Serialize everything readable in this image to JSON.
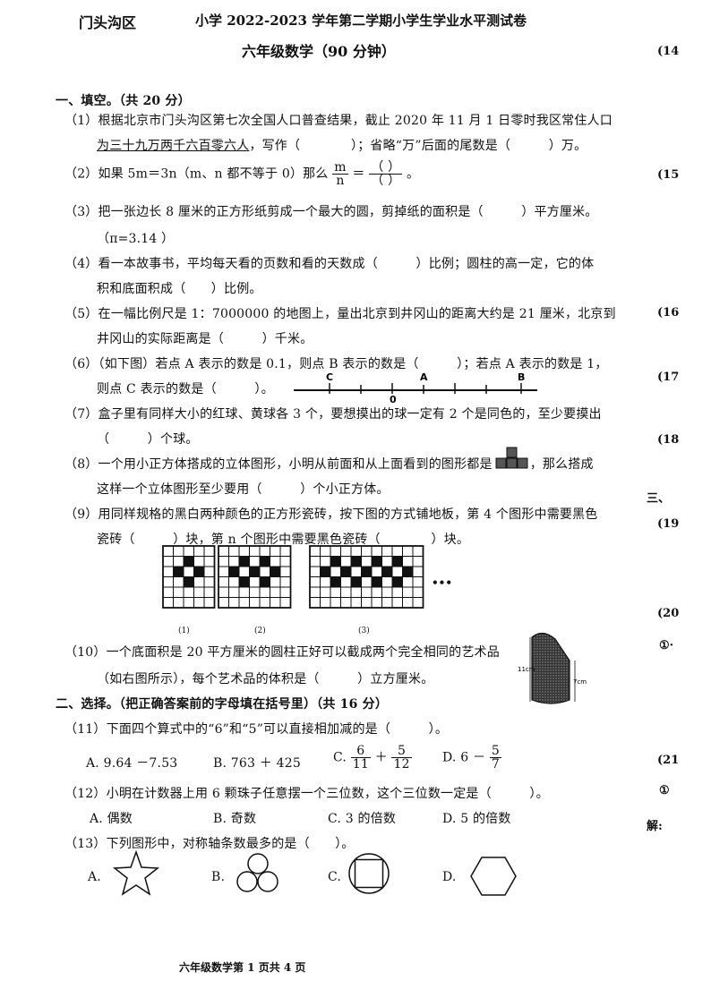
{
  "header": {
    "district": "门头沟区",
    "title": "小学 2022-2023 学年第二学期小学生学业水平测试卷",
    "subtitle": "六年级数学（90 分钟）"
  },
  "section1": {
    "heading": "一、填空。（共 20 分）",
    "q1_l1": "（1）根据北京市门头沟区第七次全国人口普查结果，截止 2020 年 11 月 1 日零时我区常住人口",
    "q1_l2_u": "为三十九万两千六百零六人",
    "q1_l2_rest": "，写作（　　　　）；省略“万”后面的尾数是（　　　）万。",
    "q2_a": "（2）如果 5m＝3n（m、n 都不等于 0）那么",
    "q2_fn": "m",
    "q2_fd": "n",
    "q2_b": "＝",
    "q2_pn": "（ ）",
    "q2_pd": "（ ）",
    "q2_end": "。",
    "q3_l1": "（3）把一张边长 8 厘米的正方形纸剪成一个最大的圆，剪掉纸的面积是（　　　）平方厘米。",
    "q3_l2": "（π=3.14 ）",
    "q4_l1": "（4）看一本故事书，平均每天看的页数和看的天数成（　　　）比例；圆柱的高一定，它的体",
    "q4_l2": "积和底面积成（　　）比例。",
    "q5_l1": "（5）在一幅比例尺是 1：7000000 的地图上，量出北京到井冈山的距离大约是 21 厘米，北京到",
    "q5_l2": "井冈山的实际距离是（　　　）千米。",
    "q6_l1": "（6）（如下图）若点 A 表示的数是 0.1，则点 B 表示的数是（　　　）；若点 A 表示的数是 1，",
    "q6_l2": "则点 C 表示的数是（　　　）。",
    "q7_l1": "（7）盒子里有同样大小的红球、黄球各 3 个，要想摸出的球一定有 2 个是同色的，至少要摸出",
    "q7_l2": "（　　　）个球。",
    "q8_l1a": "（8）一个用小正方体搭成的立体图形，小明从前面和从上面看到的图形都是",
    "q8_l1b": "，那么搭成",
    "q8_l2": "这样一个立体图形至少要用（　　　）个小正方体。",
    "q9_l1": "（9）用同样规格的黑白两种颜色的正方形瓷砖，按下图的方式铺地板，第 4 个图形中需要黑色",
    "q9_l2": "瓷砖（　　　）块，第 n 个图形中需要黑色瓷砖（　　　　）块。",
    "q10_l1": "（10）一个底面积是 20 平方厘米的圆柱正好可以截成两个完全相同的艺术品",
    "q10_l2": "（如右图所示），每个艺术品的体积是（　　　）立方厘米。"
  },
  "numberline": {
    "labels": [
      "C",
      "0",
      "A",
      "B"
    ]
  },
  "tiles": {
    "captions": [
      "(1)",
      "(2)",
      "(3)"
    ],
    "ellipsis": "•••"
  },
  "cylinder": {
    "h1": "11cm",
    "h2": "7cm"
  },
  "section2": {
    "heading": "二、选择。（把正确答案前的字母填在括号里）（共 16 分）",
    "q11": "（11）下面四个算式中的“6”和“5”可以直接相加减的是（　　　）。",
    "q11_a": "A.  9.64 －7.53",
    "q11_b": "B.  763 ＋ 425",
    "q11_c": "C.",
    "q11_c1n": "6",
    "q11_c1d": "11",
    "q11_cplus": "＋",
    "q11_c2n": "5",
    "q11_c2d": "12",
    "q11_d": "D.  6 －",
    "q11_dn": "5",
    "q11_dd": "7",
    "q12": "（12）小明在计数器上用 6 颗珠子任意摆一个三位数，这个三位数一定是（　　　）。",
    "q12_a": "A. 偶数",
    "q12_b": "B. 奇数",
    "q12_c": "C. 3 的倍数",
    "q12_d": "D. 5 的倍数",
    "q13": "（13）下列图形中，对称轴条数最多的是（　　）。",
    "q13_a": "A.",
    "q13_b": "B.",
    "q13_c": "C.",
    "q13_d": "D."
  },
  "footer": "六年级数学第 1 页共 4 页",
  "margin": [
    "(14",
    "(15",
    "(16",
    "(17",
    "(18",
    "三、",
    "(19",
    "(20",
    "①·",
    "(21",
    "①",
    "解:"
  ]
}
